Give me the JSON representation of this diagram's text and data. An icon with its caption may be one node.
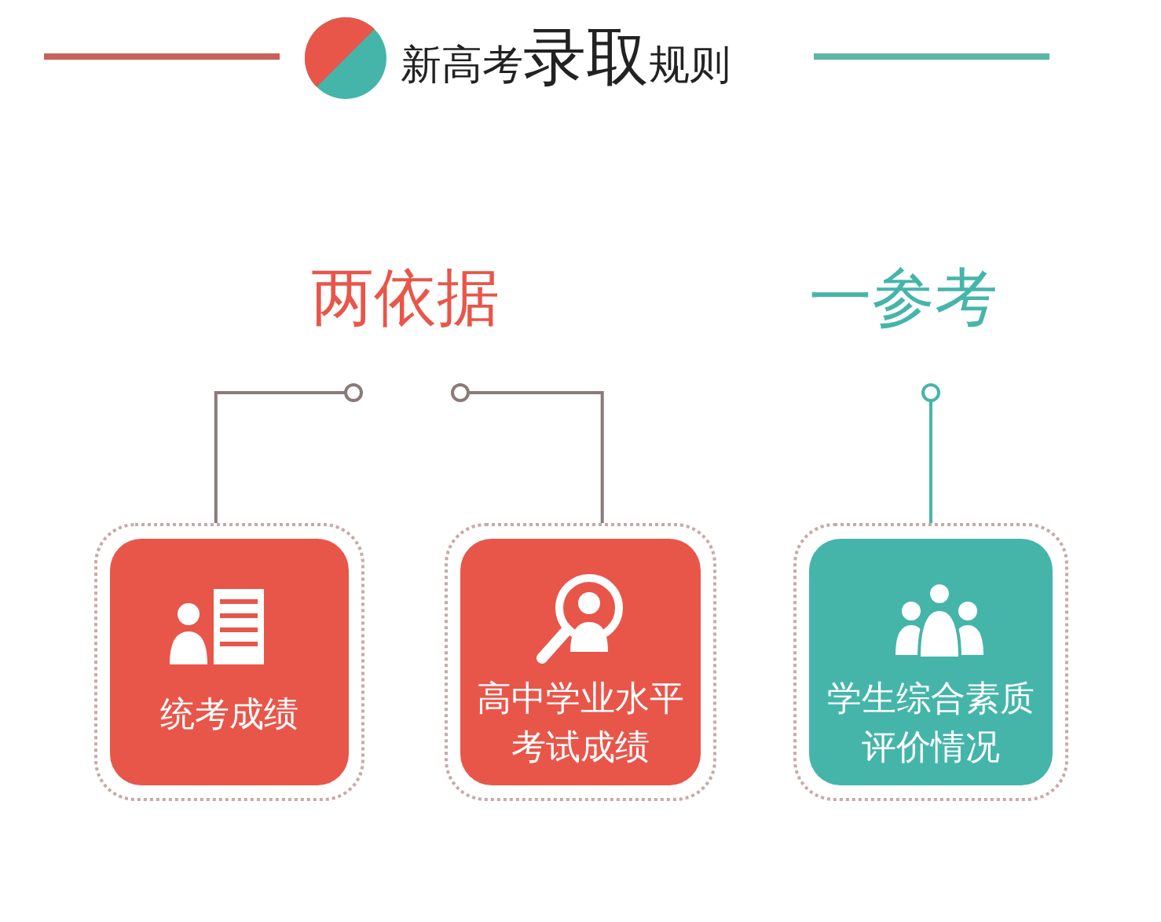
{
  "diagram": {
    "title": "新高考**录取**规则",
    "nodes": [
      {
        "text": [
          "两依据"
        ]
      },
      {
        "text": [
          "一参考"
        ]
      },
      {
        "text": [
          "统考成绩"
        ]
      },
      {
        "text": [
          "高中学业水平考试成绩"
        ]
      },
      {
        "text": [
          "学生综合素质评价情况"
        ]
      }
    ],
    "edges": [
      {
        "from": 0,
        "to": 2,
        "arrow": "other"
      },
      {
        "from": 0,
        "to": 3,
        "arrow": "other"
      },
      {
        "from": 1,
        "to": 4,
        "arrow": "other",
        "color": "#45b5aa"
      }
    ]
  }
}
